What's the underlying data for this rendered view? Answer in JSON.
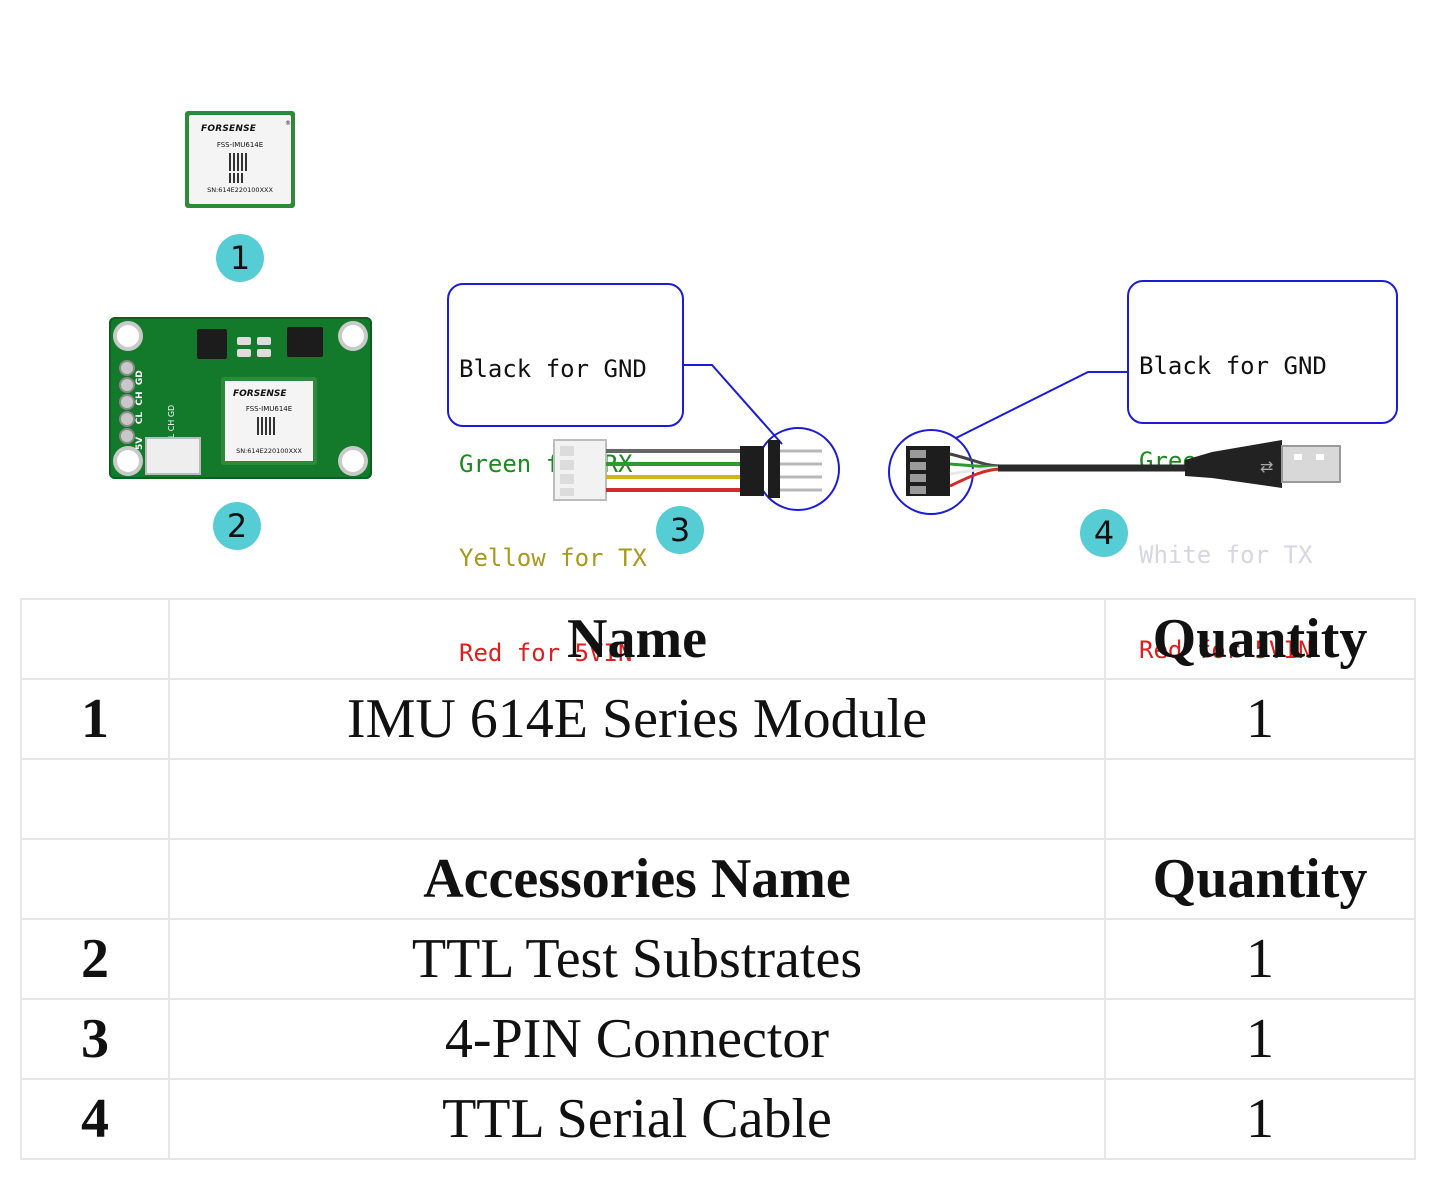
{
  "badges": [
    "1",
    "2",
    "3",
    "4"
  ],
  "module": {
    "brand": "FORSENSE",
    "registered": "®",
    "model": "FSS-IMU614E",
    "serial": "SN:614E220100XXX"
  },
  "board": {
    "pin_labels_left": [
      "GD",
      "CH",
      "CL",
      "5V"
    ],
    "pin_labels_inner": [
      "GD",
      "CH",
      "CL",
      "5V"
    ]
  },
  "callout_connector": {
    "lines": [
      {
        "text": "Black for GND",
        "color": "#111111"
      },
      {
        "text": "Green for RX",
        "color": "#1c8a1c"
      },
      {
        "text": "Yellow for TX",
        "color": "#a89a1e"
      },
      {
        "text": "Red for 5VIN",
        "color": "#e01e1e"
      }
    ]
  },
  "callout_cable": {
    "lines": [
      {
        "text": "Black for GND",
        "color": "#111111"
      },
      {
        "text": "Green for RX",
        "color": "#1c8a1c"
      },
      {
        "text": "White for TX",
        "color": "#d6d6e4"
      },
      {
        "text": "Red for 5VIN",
        "color": "#e01e1e"
      }
    ]
  },
  "table": {
    "header1": {
      "name": "Name",
      "qty": "Quantity"
    },
    "row1": {
      "num": "1",
      "name": "IMU 614E Series Module",
      "qty": "1"
    },
    "header2": {
      "name": "Accessories Name",
      "qty": "Quantity"
    },
    "rows": [
      {
        "num": "2",
        "name": "TTL Test Substrates",
        "qty": "1"
      },
      {
        "num": "3",
        "name": "4-PIN Connector",
        "qty": "1"
      },
      {
        "num": "4",
        "name": "TTL Serial Cable",
        "qty": "1"
      }
    ]
  },
  "colors": {
    "badge": "#56cdd5",
    "callout_border": "#1c1cd6",
    "pcb": "#127a2a"
  }
}
